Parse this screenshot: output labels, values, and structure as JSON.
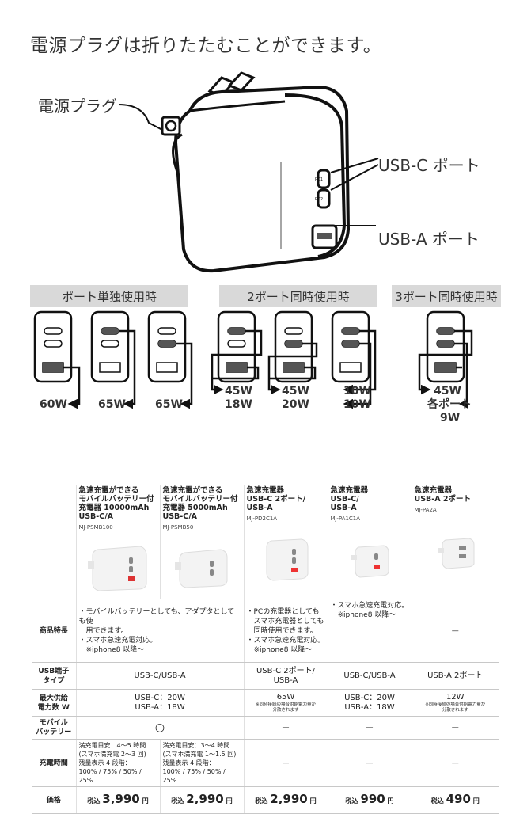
{
  "headline": "電源プラグは折りたたむことができます。",
  "labels": {
    "plug": "電源プラグ",
    "usb_c": "USB-C ポート",
    "usb_a": "USB-A ポート",
    "pd1": "PD1",
    "pd2": "PD2"
  },
  "modes": [
    {
      "label": "ポート単独使用時"
    },
    {
      "label": "2ポート同時使用時"
    },
    {
      "label": "3ポート同時使用時"
    }
  ],
  "port_values": {
    "single": [
      "60W",
      "65W",
      "65W"
    ],
    "dual": [
      {
        "a": "45W",
        "b": "18W"
      },
      {
        "a": "45W",
        "b": "20W"
      },
      {
        "a": "10W",
        "b": "10W"
      }
    ],
    "triple": {
      "a": "45W",
      "b": "各ポート",
      "c": "9W"
    }
  },
  "products": [
    {
      "name": "急速充電ができる\nモバイルバッテリー付\n充電器 10000mAh\nUSB-C/A",
      "model": "MJ-PSMB100"
    },
    {
      "name": "急速充電ができる\nモバイルバッテリー付\n充電器 5000mAh\nUSB-C/A",
      "model": "MJ-PSMB50"
    },
    {
      "name": "急速充電器\nUSB-C 2ポート/\nUSB-A",
      "model": "MJ-PD2C1A"
    },
    {
      "name": "急速充電器\nUSB-C/\nUSB-A",
      "model": "MJ-PA1C1A"
    },
    {
      "name": "急速充電器\nUSB-A 2ポート",
      "model": "MJ-PA2A"
    }
  ],
  "rows": {
    "features": {
      "label": "商品特長",
      "battery": "・モバイルバッテリーとしても、アダプタとしても使\n　用できます。\n・スマホ急速充電対応。\n　※iphone8 以降〜",
      "pd2c1a": "・PCの充電器としても\n　スマホ充電器としても\n　同時使用できます。\n・スマホ急速充電対応。\n　※iphone8 以降〜",
      "pa1c1a": "・スマホ急速充電対応。\n　※iphone8 以降〜",
      "pa2a": "—"
    },
    "usb_type": {
      "label": "USB端子\nタイプ",
      "battery": "USB-C/USB-A",
      "pd2c1a": "USB-C 2ポート/\nUSB-A",
      "pa1c1a": "USB-C/USB-A",
      "pa2a": "USB-A 2ポート"
    },
    "max_power": {
      "label": "最大供給\n電力数 W",
      "battery": "USB-C：20W\nUSB-A：18W",
      "pd2c1a": "65W",
      "pd2c1a_note": "※同時接続の場合供給電力量が\n分散されます",
      "pa1c1a": "USB-C：20W\nUSB-A：18W",
      "pa2a": "12W",
      "pa2a_note": "※同時接続の場合供給電力量が\n分散されます"
    },
    "mobile_battery": {
      "label": "モバイル\nバッテリー",
      "battery": "○",
      "pd2c1a": "—",
      "pa1c1a": "—",
      "pa2a": "—"
    },
    "charge_time": {
      "label": "充電時間",
      "psmb100": "満充電目安：4〜5 時間\n(スマホ満充電 2〜3 回)\n残量表示 4 段階：\n100% / 75% / 50% / 25%",
      "psmb50": "満充電目安：3〜4 時間\n(スマホ満充電 1〜1.5 回)\n残量表示 4 段階：\n100% / 75% / 50% / 25%",
      "pd2c1a": "—",
      "pa1c1a": "—",
      "pa2a": "—"
    },
    "price": {
      "label": "価格",
      "prefix": "税込",
      "yen": "円",
      "values": [
        "3,990",
        "2,990",
        "2,990",
        "990",
        "490"
      ]
    }
  }
}
